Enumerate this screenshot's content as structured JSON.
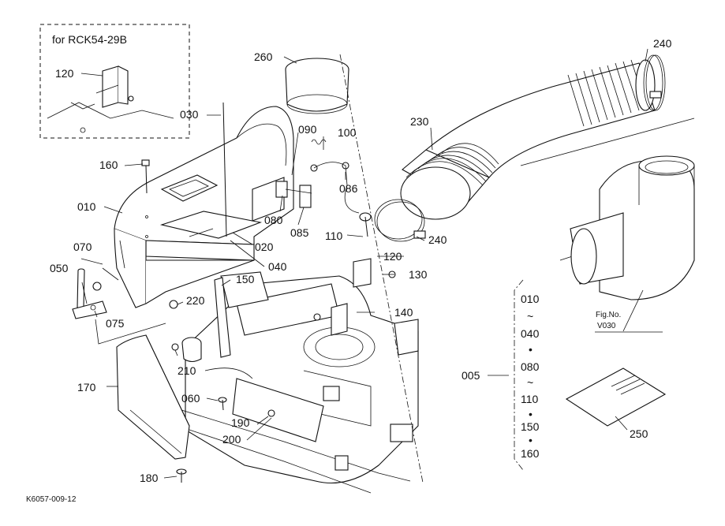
{
  "inset": {
    "title": "for RCK54-29B",
    "label": "120"
  },
  "callouts": {
    "p010": "010",
    "p020": "020",
    "p030": "030",
    "p040": "040",
    "p050": "050",
    "p060": "060",
    "p070": "070",
    "p075": "075",
    "p080": "080",
    "p085": "085",
    "p086": "086",
    "p090": "090",
    "p100": "100",
    "p110": "110",
    "p120": "120",
    "p130": "130",
    "p140": "140",
    "p150": "150",
    "p160": "160",
    "p170": "170",
    "p180": "180",
    "p190": "190",
    "p200": "200",
    "p210": "210",
    "p220": "220",
    "p230": "230",
    "p240a": "240",
    "p240b": "240",
    "p250": "250",
    "p260": "260"
  },
  "kit": {
    "label": "005",
    "items": [
      "010",
      "~",
      "040",
      "•",
      "080",
      "~",
      "110",
      "•",
      "150",
      "•",
      "160"
    ]
  },
  "figref": {
    "line1": "Fig.No.",
    "line2": "V030"
  },
  "footer": {
    "code": "K6057-009-12"
  }
}
